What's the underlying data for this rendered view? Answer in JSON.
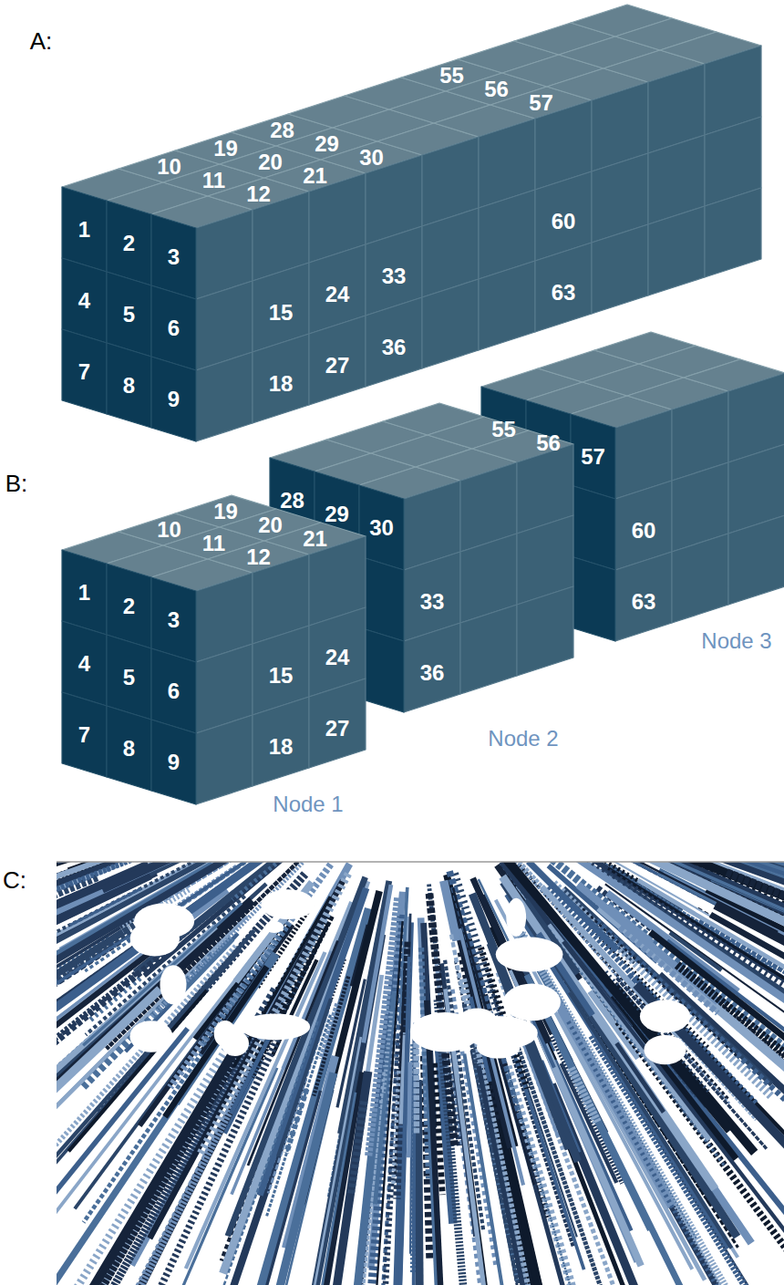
{
  "diagram": {
    "labels": [
      "A:",
      "55",
      "56",
      "57",
      "10",
      "19",
      "28",
      "29",
      "30",
      "11",
      "20",
      "21",
      "12",
      "1",
      "2",
      "3",
      "60",
      "4",
      "5",
      "6",
      "15",
      "24",
      "33",
      "63",
      "7",
      "8",
      "9",
      "27",
      "36",
      "18",
      "B:",
      "19",
      "10",
      "20",
      "11",
      "21",
      "12",
      "1",
      "2",
      "3",
      "4",
      "5",
      "6",
      "15",
      "24",
      "7",
      "8",
      "9",
      "27",
      "18",
      "Node 1",
      "28",
      "29",
      "30",
      "33",
      "36",
      "Node 2",
      "55",
      "56",
      "57",
      "60",
      "63",
      "Node 3",
      "C:"
    ]
  }
}
